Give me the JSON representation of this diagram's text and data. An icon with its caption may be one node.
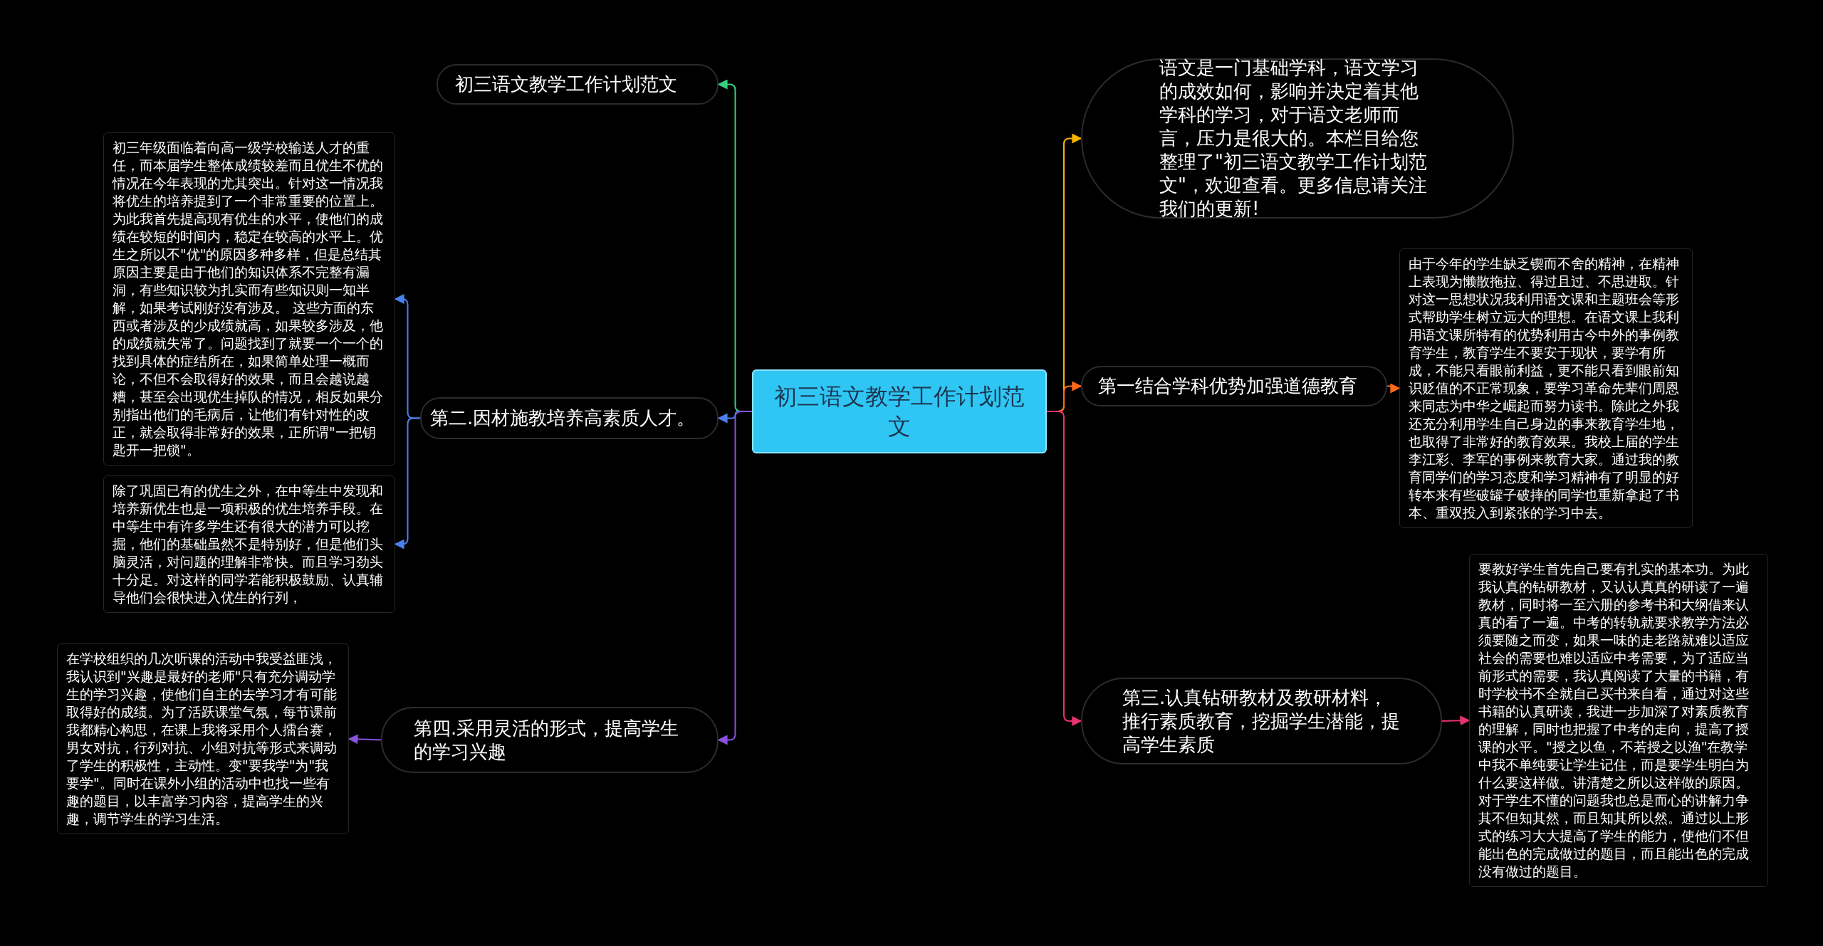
{
  "diagram": {
    "nodes": [
      {
        "text": [
          "初三语文教学工作计划范文"
        ]
      },
      {
        "text": [
          "初三语文教学工作计划范文"
        ]
      },
      {
        "text": [
          "第二.因材施教培养高素质人才。"
        ]
      },
      {
        "text": [
          "初三年级面临着向高一级学校输送人才的重任，而本届学生整体成绩较差而且优生不优的情况在今年表现的尤其突出。针对这一情况我将优生的培养提到了一个非常重要的位置上。为此我首先提高现有优生的水平，使他们的成绩在较短的时间内，稳定在较高的水平上。优生之所以不\"优\"的原因多种多样，但是总结其原因主要是由于他们的知识体系不完整有漏洞，有些知识较为扎实而有些知识则一知半解，如果考试刚好没有涉及。 这些方面的东西或者涉及的少成绩就高，如果较多涉及，他的成绩就失常了。问题找到了就要一个一个的找到具体的症结所在，如果简单处理一概而论，不但不会取得好的效果，而且会越说越糟，甚至会出现优生掉队的情况，相反如果分别指出他们的毛病后，让他们有针对性的改正，就会取得非常好的效果，正所谓\"一把钥匙开一把锁\"。"
        ]
      },
      {
        "text": [
          "除了巩固已有的优生之外，在中等生中发现和培养新优生也是一项积极的优生培养手段。在中等生中有许多学生还有很大的潜力可以挖掘，他们的基础虽然不是特别好，但是他们头脑灵活，对问题的理解非常快。而且学习劲头十分足。对这样的同学若能积极鼓励、认真辅导他们会很快进入优生的行列，"
        ]
      },
      {
        "text": [
          "第四.采用灵活的形式，提高学生的学习兴趣"
        ]
      },
      {
        "text": [
          "在学校组织的几次听课的活动中我受益匪浅，我认识到\"兴趣是最好的老师\"只有充分调动学生的学习兴趣，使他们自主的去学习才有可能取得好的成绩。为了活跃课堂气氛，每节课前我都精心构思，在课上我将采用个人擂台赛，男女对抗，行列对抗、小组对抗等形式来调动了学生的积极性，主动性。变\"要我学\"为\"我要学\"。同时在课外小组的活动中也找一些有趣的题目，以丰富学习内容，提高学生的兴趣，调节学生的学习生活。"
        ]
      },
      {
        "text": [
          "语文是一门基础学科，语文学习的成效如何，影响并决定着其他学科的学习，对于语文老师而言，压力是很大的。本栏目给您整理了\"初三语文教学工作计划范文\"，欢迎查看。更多信息请关注我们的更新!"
        ]
      },
      {
        "text": [
          "第一结合学科优势加强道德教育"
        ]
      },
      {
        "text": [
          "由于今年的学生缺乏锲而不舍的精神，在精神上表现为懒散拖拉、得过且过、不思进取。针对这一思想状况我利用语文课和主题班会等形式帮助学生树立远大的理想。在语文课上我利用语文课所特有的优势利用古今中外的事例教育学生，教育学生不要安于现状，要学有所成，不能只看眼前利益，更不能只看到眼前知识贬值的不正常现象，要学习革命先辈们周恩来同志为中华之崛起而努力读书。除此之外我还充分利用学生自己身边的事来教育学生地，也取得了非常好的教育效果。我校上届的学生李江彩、李军的事例来教育大家。通过我的教育同学们的学习态度和学习精神有了明显的好转本来有些破罐子破摔的同学也重新拿起了书本、重双投入到紧张的学习中去。"
        ]
      },
      {
        "text": [
          "第三.认真钻研教材及教研材料，推行素质教育，挖掘学生潜能，提高学生素质"
        ]
      },
      {
        "text": [
          "要教好学生首先自己要有扎实的基本功。为此我认真的钻研教材，又认认真真的研读了一遍教材，同时将一至六册的参考书和大纲借来认真的看了一遍。中考的转轨就要求教学方法必须要随之而变，如果一味的走老路就难以适应社会的需要也难以适应中考需要，为了适应当前形式的需要，我认真阅读了大量的书籍，有时学校书不全就自己买书来自看，通过对这些书籍的认真研读，我进一步加深了对素质教育的理解，同时也把握了中考的走向，提高了授课的水平。\"授之以鱼，不若授之以渔\"在教学中我不单纯要让学生记住，而是要学生明白为什么要这样做。讲清楚之所以这样做的原因。对于学生不懂的问题我也总是而心的讲解力争其不但知其然，而且知其所以然。通过以上形式的练习大大提高了学生的能力，使他们不但能出色的完成做过的题目，而且能出色的完成没有做过的题目。"
        ]
      }
    ],
    "edges": [
      {
        "from": 0,
        "to": 1,
        "arrow": "to",
        "color": "#35d07f"
      },
      {
        "from": 0,
        "to": 2,
        "arrow": "to",
        "color": "#4a80ee"
      },
      {
        "from": 2,
        "to": 3,
        "arrow": "to",
        "color": "#4a80ee"
      },
      {
        "from": 2,
        "to": 4,
        "arrow": "to",
        "color": "#4a80ee"
      },
      {
        "from": 0,
        "to": 5,
        "arrow": "to",
        "color": "#8a50e0"
      },
      {
        "from": 5,
        "to": 6,
        "arrow": "to",
        "color": "#8a50e0"
      },
      {
        "from": 0,
        "to": 7,
        "arrow": "to",
        "color": "#f5b400"
      },
      {
        "from": 0,
        "to": 8,
        "arrow": "to",
        "color": "#ff6a1a"
      },
      {
        "from": 8,
        "to": 9,
        "arrow": "to",
        "color": "#ff6a1a"
      },
      {
        "from": 0,
        "to": 10,
        "arrow": "to",
        "color": "#e8336f"
      },
      {
        "from": 10,
        "to": 11,
        "arrow": "to",
        "color": "#e8336f"
      }
    ]
  }
}
